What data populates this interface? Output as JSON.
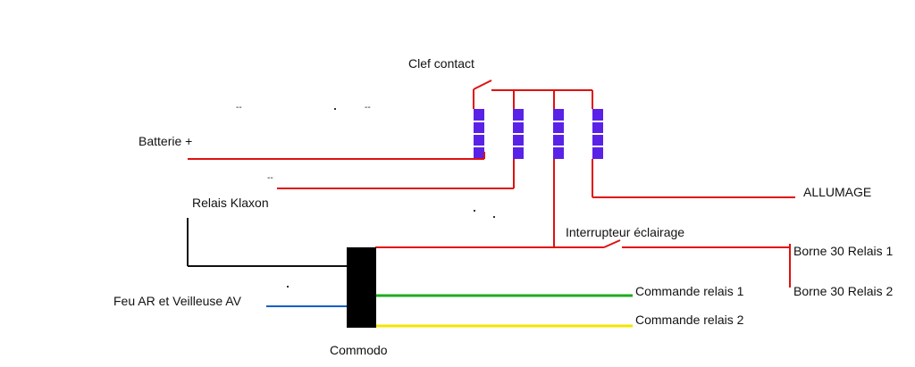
{
  "labels": {
    "clef_contact": "Clef contact",
    "batterie": "Batterie +",
    "relais_klaxon": "Relais Klaxon",
    "allumage": "ALLUMAGE",
    "interrupteur": "Interrupteur éclairage",
    "borne1": "Borne 30 Relais 1",
    "borne2": "Borne 30 Relais 2",
    "feu_ar": "Feu AR et Veilleuse AV",
    "commande1": "Commande relais 1",
    "commande2": "Commande relais 2",
    "commodo": "Commodo"
  },
  "marks": {
    "dash": "--"
  },
  "colors": {
    "red": "#e01010",
    "black": "#111111",
    "green": "#22aa22",
    "yellow": "#f2e600",
    "blue": "#1060c8",
    "coil": "#5a22e6",
    "commodo_block": "#000000"
  }
}
